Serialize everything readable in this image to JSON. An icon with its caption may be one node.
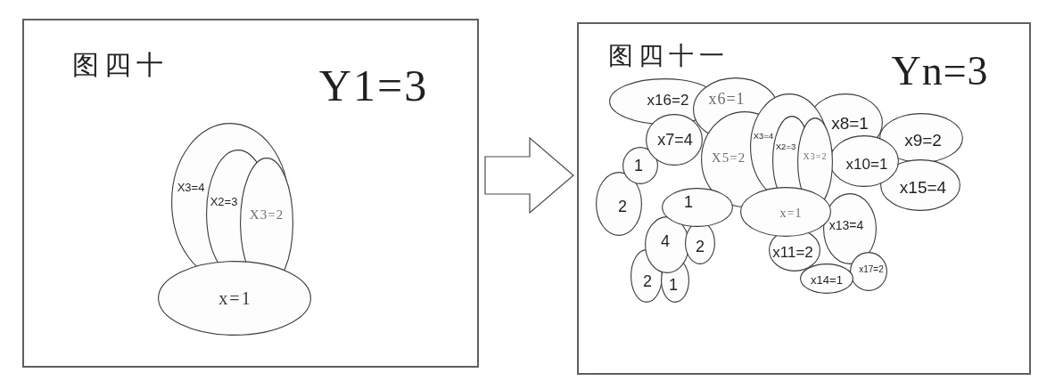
{
  "diagram": {
    "nodes": [
      {
        "text": [
          "图四十",
          "Y1=3"
        ]
      },
      {
        "text": [
          "X3=4"
        ],
        "in": 0
      },
      {
        "text": [
          "X2=3"
        ],
        "in": 1
      },
      {
        "text": [
          "X3=2"
        ],
        "in": 0
      },
      {
        "text": [
          "x=1"
        ],
        "in": 0
      },
      {
        "text": [
          "图四十一",
          "Yn=3"
        ]
      },
      {
        "text": [
          "x16=2"
        ],
        "in": 5
      },
      {
        "text": [
          "x6=1"
        ],
        "in": 5
      },
      {
        "text": [
          "x7=4"
        ],
        "in": 5
      },
      {
        "text": [
          "X5=2"
        ],
        "in": 5
      },
      {
        "text": [
          "X3=4"
        ],
        "in": 5
      },
      {
        "text": [
          "X2=3"
        ],
        "in": 10
      },
      {
        "text": [
          "X3=2"
        ],
        "in": 5
      },
      {
        "text": [
          "x8=1"
        ],
        "in": 5
      },
      {
        "text": [
          "x9=2"
        ],
        "in": 5
      },
      {
        "text": [
          "x10=1"
        ],
        "in": 5
      },
      {
        "text": [
          "x15=4"
        ],
        "in": 5
      },
      {
        "text": [
          "1"
        ],
        "in": 5
      },
      {
        "text": [
          "2"
        ],
        "in": 5
      },
      {
        "text": [
          "1"
        ],
        "in": 5
      },
      {
        "text": [
          "x=1"
        ],
        "in": 5
      },
      {
        "text": [
          "x13=4"
        ],
        "in": 5
      },
      {
        "text": [
          "4"
        ],
        "in": 5
      },
      {
        "text": [
          "2"
        ],
        "in": 5
      },
      {
        "text": [
          "x11=2"
        ],
        "in": 5
      },
      {
        "text": [
          "2"
        ],
        "in": 5
      },
      {
        "text": [
          "1"
        ],
        "in": 5
      },
      {
        "text": [
          "x14=1"
        ],
        "in": 5
      },
      {
        "text": [
          "x17=2"
        ],
        "in": 5
      }
    ],
    "edges": [
      {
        "from": 0,
        "to": 5,
        "arrow": "to"
      }
    ]
  }
}
